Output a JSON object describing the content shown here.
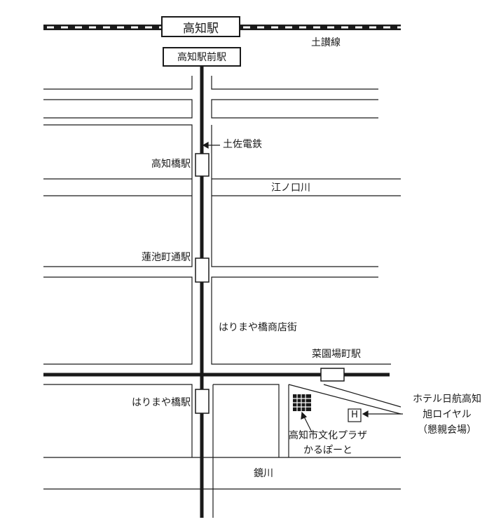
{
  "map": {
    "stations": {
      "kochi": "高知駅",
      "kochi_ekimae": "高知駅前駅",
      "kochibashi": "高知橋駅",
      "hasuike_machidori": "蓮池町通駅",
      "harimayabashi": "はりまや橋駅",
      "saienba_machi": "菜園場町駅"
    },
    "railways": {
      "dosan_line": "土讃線",
      "tosa_den": "土佐電鉄"
    },
    "rivers": {
      "enokuchi": "江ノ口川",
      "kagami": "鏡川"
    },
    "areas": {
      "harimayabashi_shopping": "はりまや橋商店街"
    },
    "landmarks": {
      "plaza_line1": "高知市文化プラザ",
      "plaza_line2": "かるぽーと",
      "hotel_line1": "ホテル日航高知",
      "hotel_line2": "旭ロイヤル",
      "hotel_line3": "（懇親会場）",
      "hotel_symbol": "H"
    }
  }
}
